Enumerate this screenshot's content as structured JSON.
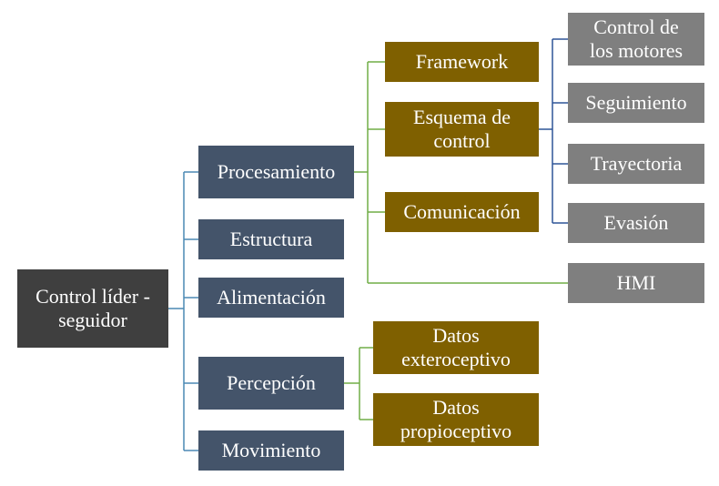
{
  "root": {
    "label": "Control líder -\nseguidor"
  },
  "level1": {
    "procesamiento": "Procesamiento",
    "estructura": "Estructura",
    "alimentacion": "Alimentación",
    "percepcion": "Percepción",
    "movimiento": "Movimiento"
  },
  "level2": {
    "framework": "Framework",
    "esquema": "Esquema de\ncontrol",
    "comunicacion": "Comunicación",
    "datos_ext": "Datos\nexteroceptivo",
    "datos_prop": "Datos\npropioceptivo"
  },
  "level3": {
    "control_motores": "Control de\nlos motores",
    "seguimiento": "Seguimiento",
    "trayectoria": "Trayectoria",
    "evasion": "Evasión",
    "hmi": "HMI"
  },
  "colors": {
    "root": "#3f3f3f",
    "level1": "#44546a",
    "level2": "#7f6000",
    "level3": "#7f7f7f",
    "connector_blue": "#4a89b4",
    "connector_green": "#70ad47",
    "connector_darkblue": "#2e5597"
  }
}
